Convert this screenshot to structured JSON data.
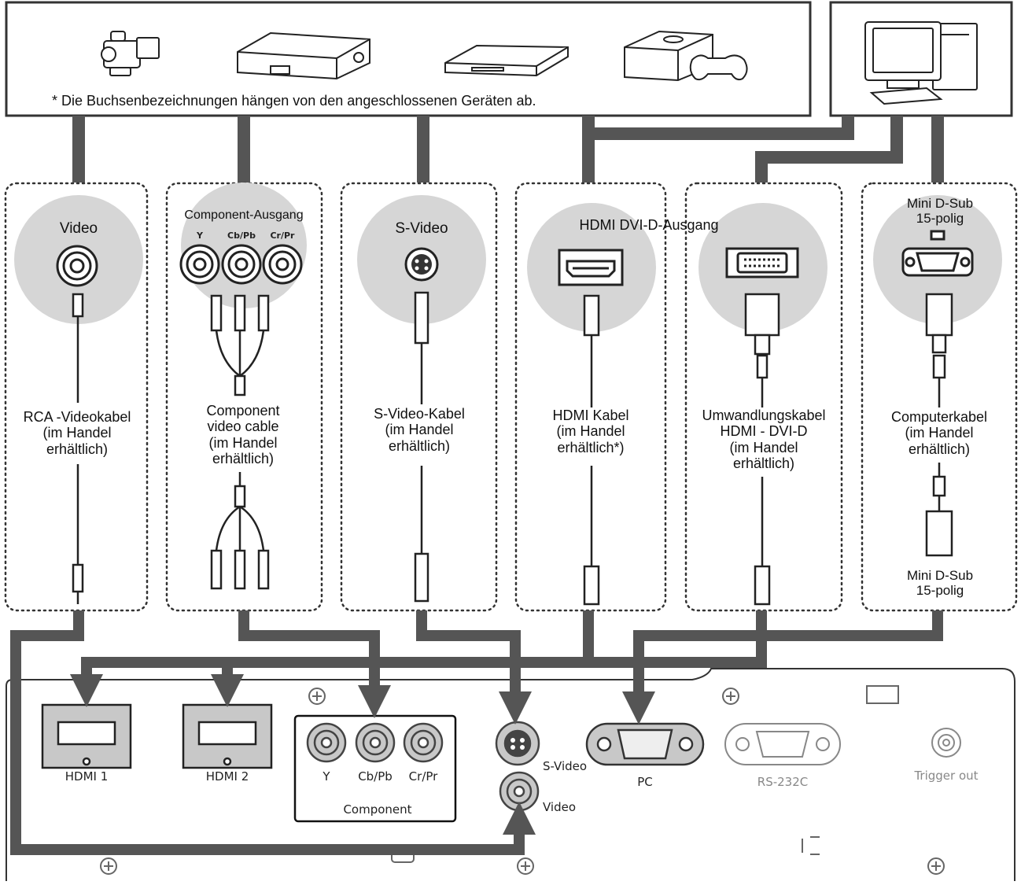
{
  "top_panel": {
    "note": "* Die Buchsenbezeichnungen hängen von den angeschlossenen Geräten ab.",
    "devices": [
      {
        "icon": "camcorder-icon"
      },
      {
        "icon": "vcr-icon"
      },
      {
        "icon": "dvd-player-icon"
      },
      {
        "icon": "game-console-icon"
      }
    ],
    "computer": {
      "icon": "computer-icon"
    }
  },
  "groups": [
    {
      "id": "video",
      "port_label": "Video",
      "cable_label": [
        "RCA -Videokabel",
        "(im Handel",
        "erhältlich)"
      ]
    },
    {
      "id": "component",
      "port_label": "Component-Ausgang",
      "sub_labels": [
        "Y",
        "Cb/Pb",
        "Cr/Pr"
      ],
      "cable_label": [
        "Component",
        "video cable",
        "(im Handel",
        "erhältlich)"
      ]
    },
    {
      "id": "svideo",
      "port_label": "S-Video",
      "cable_label": [
        "S-Video-Kabel",
        "(im Handel",
        "erhältlich)"
      ]
    },
    {
      "id": "hdmi",
      "port_label": "HDMI DVI-D-Ausgang",
      "cable_label": [
        "HDMI Kabel",
        "(im Handel",
        "erhältlich*)"
      ]
    },
    {
      "id": "dvi",
      "cable_label": [
        "Umwandlungskabel",
        "HDMI - DVI-D",
        "(im Handel",
        "erhältlich)"
      ]
    },
    {
      "id": "minidsub",
      "port_label": [
        "Mini D-Sub",
        "15-polig"
      ],
      "cable_label": [
        "Computerkabel",
        "(im Handel",
        "erhältlich)"
      ],
      "bottom_label": [
        "Mini D-Sub",
        "15-polig"
      ]
    }
  ],
  "projector_panel": {
    "ports": {
      "hdmi1": "HDMI 1",
      "hdmi2": "HDMI 2",
      "y": "Y",
      "cbpb": "Cb/Pb",
      "crpr": "Cr/Pr",
      "component": "Component",
      "svideo": "S-Video",
      "video": "Video",
      "pc": "PC",
      "rs232c": "RS-232C",
      "trigger": "Trigger out"
    }
  },
  "colors": {
    "cable": "#555555",
    "circle": "#d6d6d6",
    "panel_fill": "#ffffff",
    "stroke": "#111111"
  }
}
